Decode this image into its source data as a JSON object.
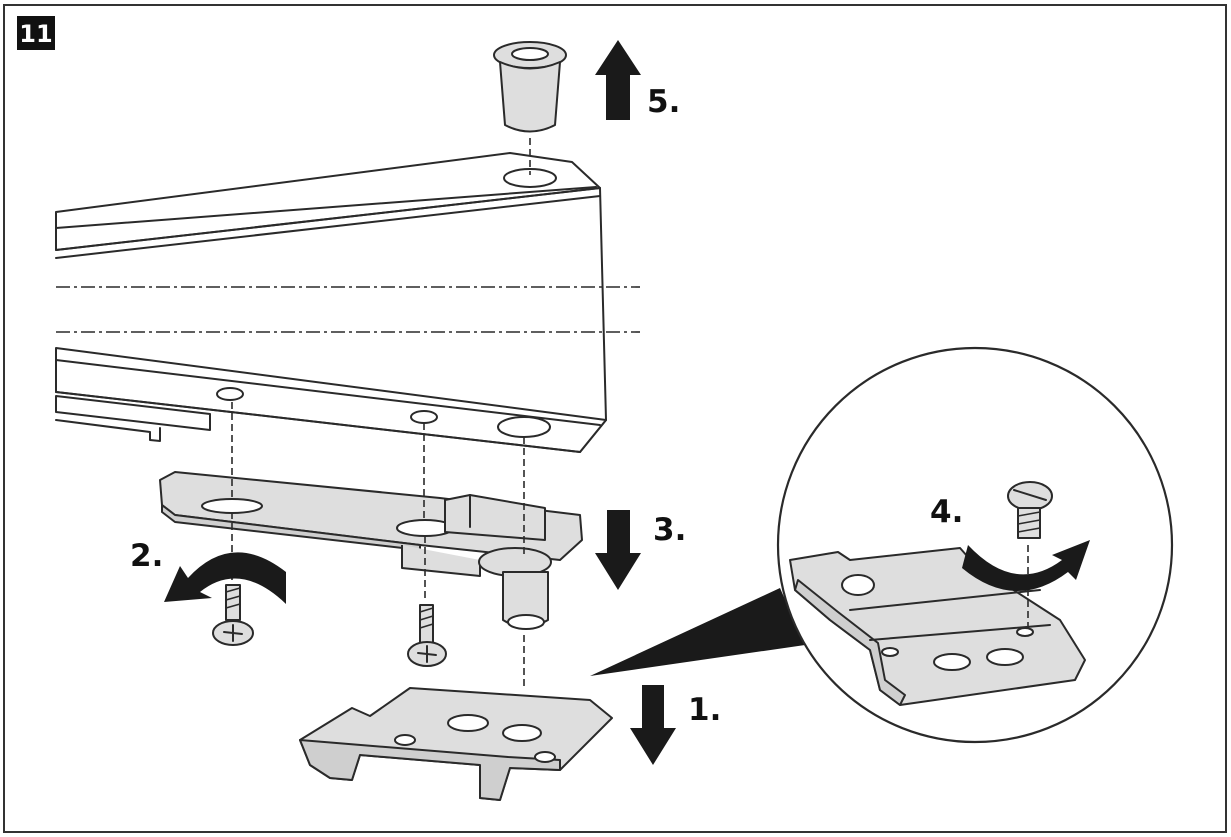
{
  "figure": {
    "step_number": "11",
    "steps": [
      {
        "id": "step-1",
        "label": "1."
      },
      {
        "id": "step-2",
        "label": "2."
      },
      {
        "id": "step-3",
        "label": "3."
      },
      {
        "id": "step-4",
        "label": "4."
      },
      {
        "id": "step-5",
        "label": "5."
      }
    ],
    "icons": [
      "arrow-down-icon",
      "arrow-up-icon",
      "rotate-left-arrow-icon",
      "rotate-right-arrow-icon"
    ]
  }
}
